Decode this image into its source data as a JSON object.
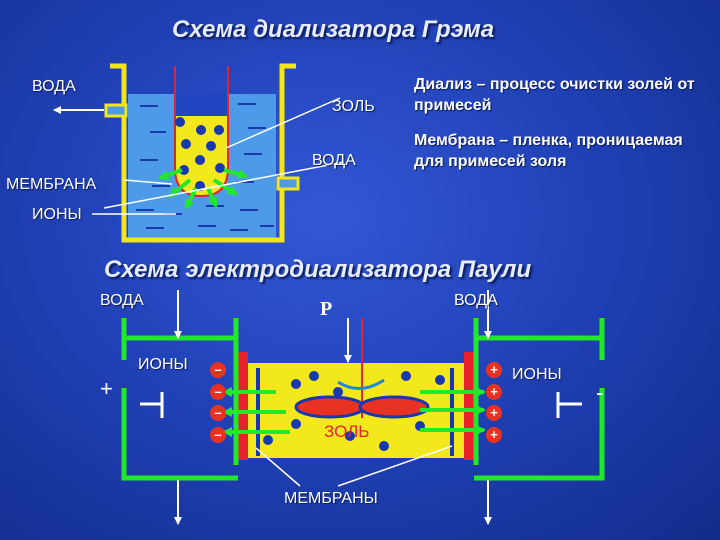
{
  "top": {
    "title": "Схема диализатора Грэма",
    "labels": {
      "water_left": "ВОДА",
      "sol": "ЗОЛЬ",
      "water_right": "ВОДА",
      "membrane": "МЕМБРАНА",
      "ions": "ИОНЫ"
    },
    "definitions": [
      "Диализ – процесс очистки золей от примесей",
      "Мембрана – пленка, проницаемая для примесей золя"
    ]
  },
  "bottom": {
    "title": "Схема электродиализатора Паули",
    "labels": {
      "water_left": "ВОДА",
      "water_right": "ВОДА",
      "p": "Р",
      "ions_left": "ИОНЫ",
      "ions_right": "ИОНЫ",
      "sol": "ЗОЛЬ",
      "membranes": "МЕМБРАНЫ",
      "plus": "+",
      "minus": "-"
    },
    "minus_signs": [
      "–",
      "–",
      "–",
      "–"
    ],
    "plus_signs": [
      "+",
      "+",
      "+",
      "+"
    ]
  },
  "colors": {
    "background": "#2142b8",
    "water": "#4d9ae8",
    "sol": "#f3e81c",
    "particle": "#1838b0",
    "arrow": "#22e82a",
    "frame": "#f2e619",
    "tube": "#e8222a",
    "electrode": "#e8222a",
    "blob": "#e83222"
  }
}
